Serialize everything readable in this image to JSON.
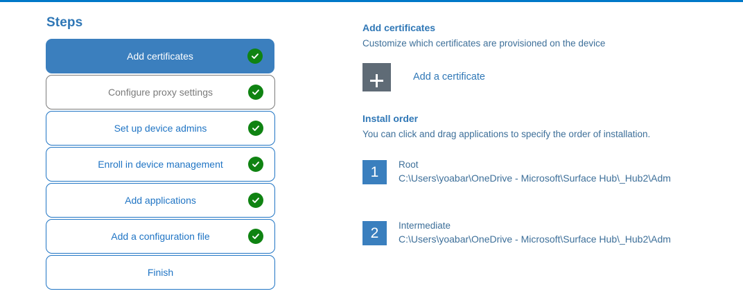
{
  "theme": {
    "accent_blue": "#1f74c4",
    "selected_blue": "#3b7fbe",
    "top_rule_blue": "#0078c8",
    "heading_blue": "#2f77b6",
    "body_blue": "#3d6f99",
    "check_green": "#0f8312",
    "tile_gray": "#5f6b76",
    "muted_gray": "#7a7a7a"
  },
  "steps": {
    "title": "Steps",
    "items": [
      {
        "label": "Add certificates",
        "state": "selected",
        "complete": true
      },
      {
        "label": "Configure proxy settings",
        "state": "muted",
        "complete": true
      },
      {
        "label": "Set up device admins",
        "state": "normal",
        "complete": true
      },
      {
        "label": "Enroll in device management",
        "state": "normal",
        "complete": true
      },
      {
        "label": "Add applications",
        "state": "normal",
        "complete": true
      },
      {
        "label": "Add a configuration file",
        "state": "normal",
        "complete": true
      },
      {
        "label": "Finish",
        "state": "normal",
        "complete": false
      }
    ]
  },
  "detail": {
    "title": "Add certificates",
    "subtitle": "Customize which certificates are provisioned on the device",
    "add_certificate_label": "Add a certificate",
    "add_certificate_icon": "plus-icon",
    "install_order": {
      "title": "Install order",
      "subtitle": "You can click and drag applications to specify the order of installation.",
      "items": [
        {
          "number": "1",
          "name": "Root",
          "path": "C:\\Users\\yoabar\\OneDrive - Microsoft\\Surface Hub\\_Hub2\\Adm"
        },
        {
          "number": "2",
          "name": "Intermediate",
          "path": "C:\\Users\\yoabar\\OneDrive - Microsoft\\Surface Hub\\_Hub2\\Adm"
        }
      ]
    }
  }
}
